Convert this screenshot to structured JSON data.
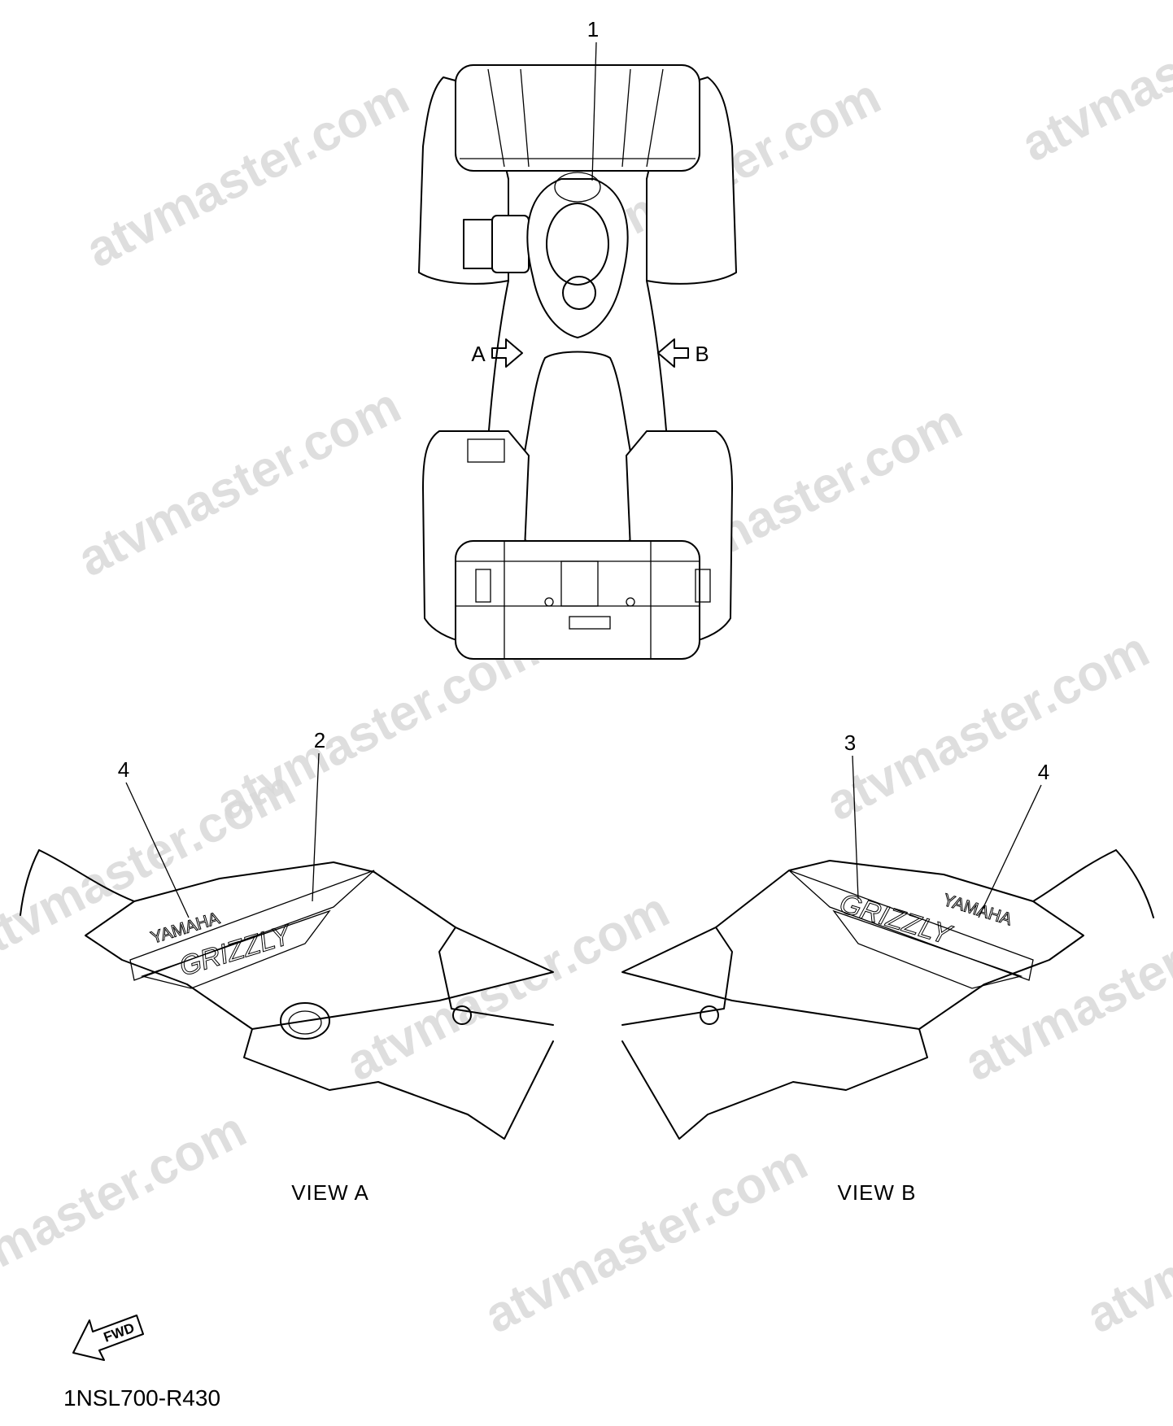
{
  "watermark": "atvmaster.com",
  "callouts": {
    "c1": "1",
    "c2": "2",
    "c3": "3",
    "c4_left": "4",
    "c4_right": "4"
  },
  "view_arrows": {
    "a": "A",
    "b": "B"
  },
  "views": {
    "left_label": "VIEW A",
    "right_label": "VIEW B"
  },
  "decals": {
    "brand": "YAMAHA",
    "model": "GRIZZLY"
  },
  "fwd_badge": "FWD",
  "part_number": "1NSL700-R430"
}
